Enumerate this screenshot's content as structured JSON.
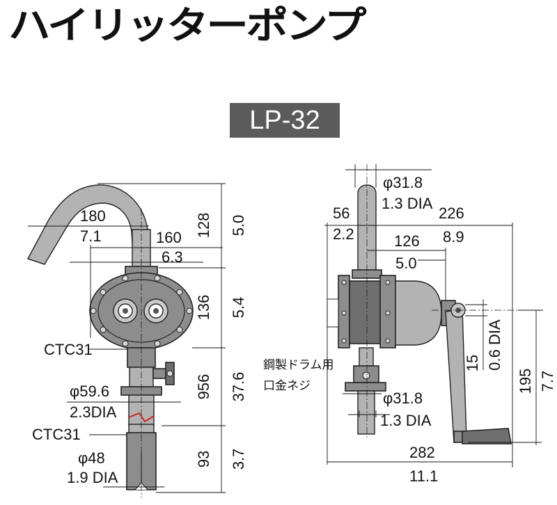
{
  "title": "ハイリッターポンプ",
  "model": "LP-32",
  "left_view": {
    "dims": {
      "d180": "180",
      "d7_1": "7.1",
      "d160": "160",
      "d6_3": "6.3",
      "d128": "128",
      "d5_0": "5.0",
      "d136": "136",
      "d5_4": "5.4",
      "d956": "956",
      "d37_6": "37.6",
      "d93": "93",
      "d3_7": "3.7",
      "phi59": "φ59.6",
      "dia2_3": "2.3DIA",
      "phi48": "φ48",
      "dia1_9": "1.9 DIA"
    },
    "labels": {
      "ctc_top": "CTC31",
      "ctc_bottom": "CTC31"
    }
  },
  "right_view": {
    "dims": {
      "phi31_top": "φ31.8",
      "dia1_3_top": "1.3 DIA",
      "d56": "56",
      "d2_2": "2.2",
      "d226": "226",
      "d8_9": "8.9",
      "d126": "126",
      "d5_0": "5.0",
      "d15": "15",
      "dia0_6": "0.6 DIA",
      "d195": "195",
      "d7_7": "7.7",
      "phi31_bottom": "φ31.8",
      "dia1_3_bottom": "1.3 DIA",
      "d282": "282",
      "d11_1": "11.1"
    },
    "labels": {
      "jp_line1": "鋼製ドラム用",
      "jp_line2": "口金ネジ"
    }
  }
}
